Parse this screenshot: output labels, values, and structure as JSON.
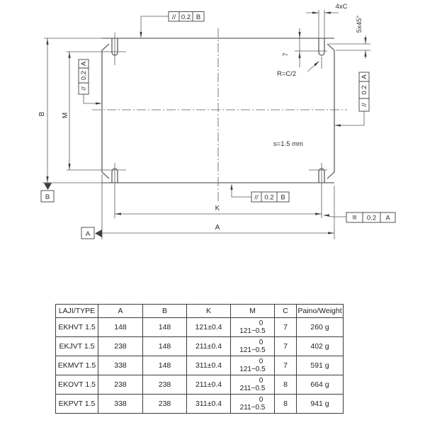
{
  "drawing": {
    "fcf_top": {
      "sym": "//",
      "tol": "0.2",
      "datum": "B"
    },
    "fcf_bottom": {
      "sym": "//",
      "tol": "0.2",
      "datum": "B"
    },
    "fcf_left": {
      "sym": "//",
      "tol": "0.2",
      "datum": "A"
    },
    "fcf_right": {
      "sym": "//",
      "tol": "0.2",
      "datum": "A"
    },
    "fcf_symmetry": {
      "sym": "≡",
      "tol": "0.2",
      "datum": "A"
    },
    "datums": {
      "a": "A",
      "b": "B"
    },
    "labels": {
      "dim_a": "A",
      "dim_b": "B",
      "dim_k": "K",
      "dim_m": "M",
      "slot_width": "4xC",
      "chamfer": "5x45°",
      "edge_offset": "7",
      "corner_radius": "R=C/2",
      "sheet_thickness": "s=1.5 mm"
    }
  },
  "table": {
    "headers": [
      "LAJI/TYPE",
      "A",
      "B",
      "K",
      "M",
      "C",
      "Paino/Weight"
    ],
    "rows": [
      {
        "type": "EKHVT 1.5",
        "a": "148",
        "b": "148",
        "k": "121±0.4",
        "m_top": "0",
        "m_bot": "121−0.5",
        "c": "7",
        "weight": "260 g"
      },
      {
        "type": "EKJVT 1.5",
        "a": "238",
        "b": "148",
        "k": "211±0.4",
        "m_top": "0",
        "m_bot": "121−0.5",
        "c": "7",
        "weight": "402 g"
      },
      {
        "type": "EKMVT 1.5",
        "a": "338",
        "b": "148",
        "k": "311±0.4",
        "m_top": "0",
        "m_bot": "121−0.5",
        "c": "7",
        "weight": "591 g"
      },
      {
        "type": "EKOVT 1.5",
        "a": "238",
        "b": "238",
        "k": "211±0.4",
        "m_top": "0",
        "m_bot": "211−0.5",
        "c": "8",
        "weight": "664 g"
      },
      {
        "type": "EKPVT 1.5",
        "a": "338",
        "b": "238",
        "k": "311±0.4",
        "m_top": "0",
        "m_bot": "211−0.5",
        "c": "8",
        "weight": "941 g"
      }
    ]
  }
}
